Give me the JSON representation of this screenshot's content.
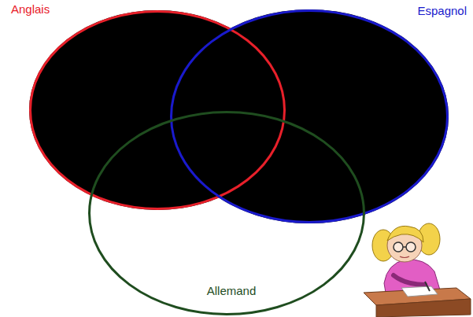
{
  "diagram": {
    "nodes": [
      {
        "text": [
          "Anglais"
        ]
      },
      {
        "text": [
          "Espagnol"
        ]
      },
      {
        "text": [
          "Allemand"
        ]
      }
    ]
  }
}
